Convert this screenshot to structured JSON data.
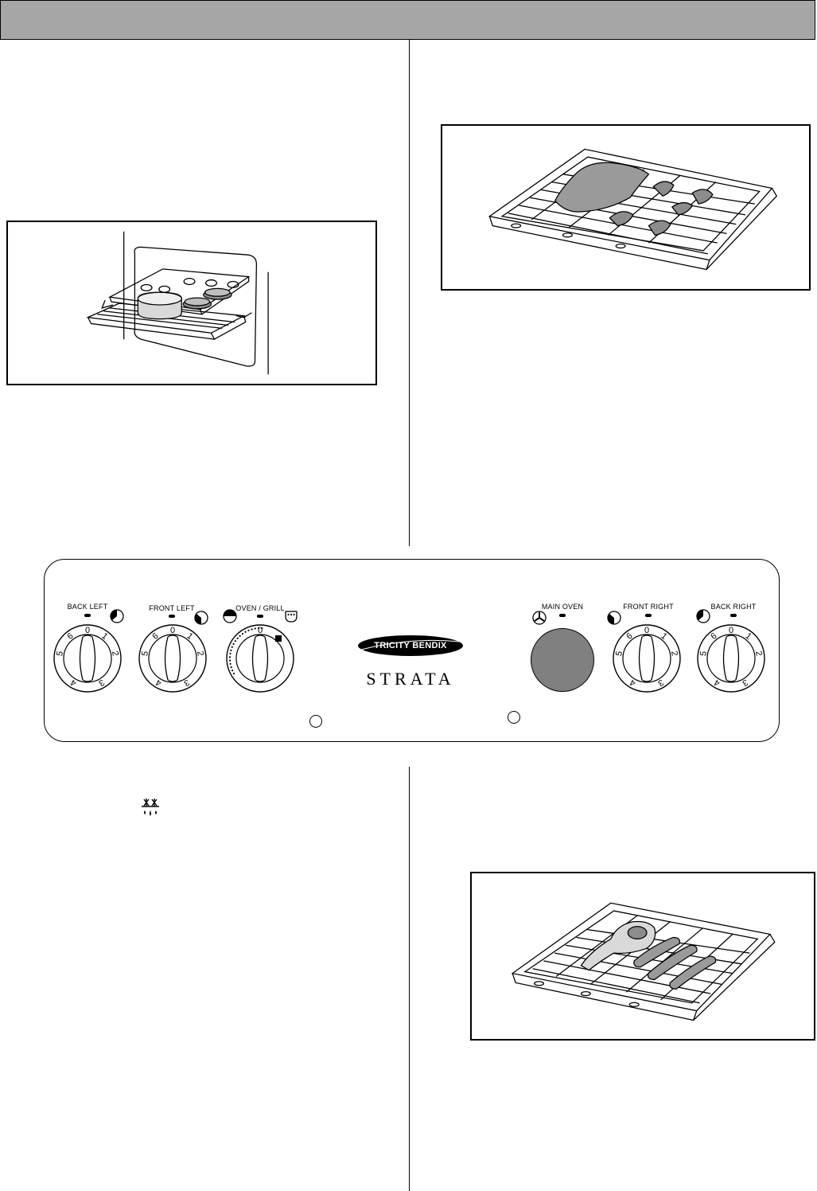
{
  "control_panel": {
    "brand": "TRICITY BENDIX",
    "model": "STRATA",
    "knobs": [
      {
        "label": "BACK LEFT",
        "numbers": [
          "0",
          "1",
          "2",
          "3",
          "4",
          "5",
          "6"
        ]
      },
      {
        "label": "FRONT LEFT",
        "numbers": [
          "0",
          "1",
          "2",
          "3",
          "4",
          "5",
          "6"
        ]
      },
      {
        "label": "OVEN / GRILL",
        "numbers": [
          "0"
        ]
      },
      {
        "label": "MAIN OVEN"
      },
      {
        "label": "FRONT RIGHT",
        "numbers": [
          "0",
          "1",
          "2",
          "3",
          "4",
          "5",
          "6"
        ]
      },
      {
        "label": "BACK RIGHT",
        "numbers": [
          "0",
          "1",
          "2",
          "3",
          "4",
          "5",
          "6"
        ]
      }
    ]
  },
  "icons": {
    "defrost": "defrost-icon",
    "fan": "fan-icon",
    "hob_position": "hob-position-icon",
    "grill": "grill-icon"
  }
}
